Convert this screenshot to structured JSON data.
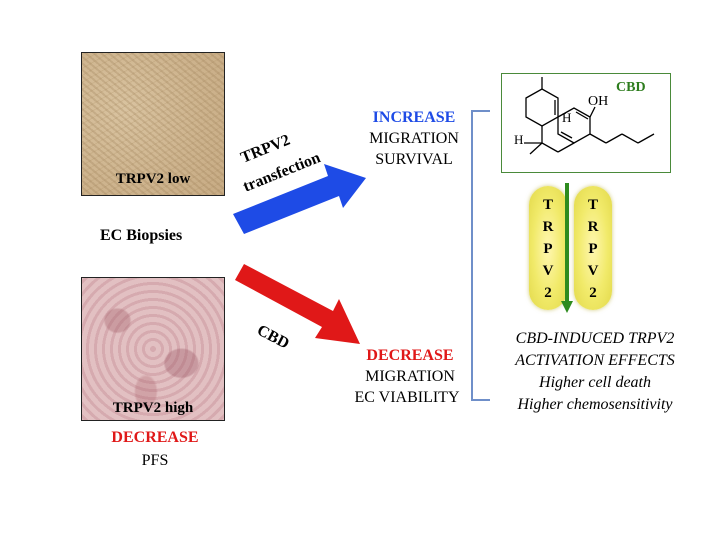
{
  "left": {
    "low_label": "TRPV2 low",
    "biopsies_label": "EC Biopsies",
    "high_label": "TRPV2 high",
    "decrease_label": "DECREASE",
    "pfs_label": "PFS"
  },
  "arrows": {
    "upper_label_line1": "TRPV2",
    "upper_label_line2": "transfection",
    "lower_label": "CBD"
  },
  "effects": {
    "increase_label": "INCREASE",
    "increase_items": [
      "MIGRATION",
      "SURVIVAL"
    ],
    "decrease_label": "DECREASE",
    "decrease_items": [
      "MIGRATION",
      "EC VIABILITY"
    ]
  },
  "right": {
    "cbd_title": "CBD",
    "molecule_labels": {
      "oh": "OH",
      "h1": "H",
      "h2": "H"
    },
    "channel_letters": [
      "T",
      "R",
      "P",
      "V",
      "2"
    ],
    "results": [
      "CBD-INDUCED TRPV2",
      "ACTIVATION EFFECTS",
      "Higher cell death",
      "Higher chemosensitivity"
    ]
  },
  "colors": {
    "increase_blue": "#1e4be6",
    "decrease_red": "#e01818",
    "cbd_green": "#2e7d1e",
    "bracket_blue": "#6f8fc9"
  }
}
